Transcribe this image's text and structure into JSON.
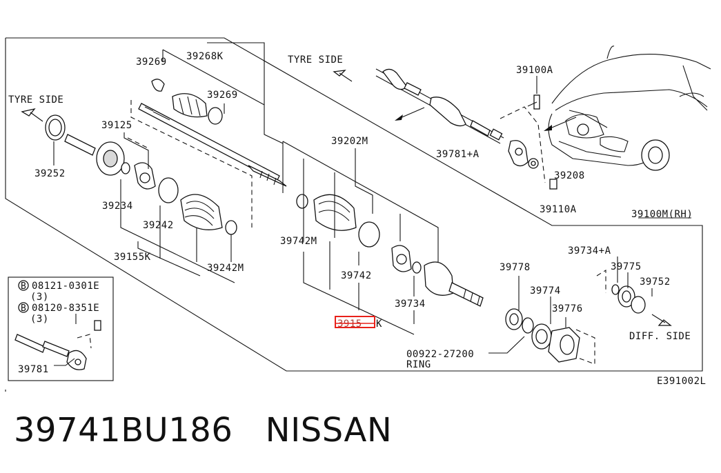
{
  "product": {
    "part_number": "39741BU186",
    "brand": "NISSAN"
  },
  "labels": {
    "tyre_side_left": "TYRE SIDE",
    "tyre_side_top": "TYRE SIDE",
    "diff_side": "DIFF. SIDE",
    "p39100A": "39100A",
    "p39781A": "39781+A",
    "p39208": "39208",
    "p39110A": "39110A",
    "p39100M": "39100M(RH)",
    "p39269a": "39269",
    "p39268K": "39268K",
    "p39269b": "39269",
    "p39125": "39125",
    "p39252": "39252",
    "p39234": "39234",
    "p39242": "39242",
    "p39155K": "39155K",
    "p39242M": "39242M",
    "p39202M": "39202M",
    "p39742M": "39742M",
    "p39742": "39742",
    "p39734": "39734",
    "p3915xK": "3915",
    "p3915xK_suffix": "K",
    "p39778": "39778",
    "p39774": "39774",
    "p39776": "39776",
    "p39734A": "39734+A",
    "p39775": "39775",
    "p39752": "39752",
    "p00922": "00922-27200",
    "ring": "RING",
    "p39781": "39781",
    "ref_code": "E391002L"
  },
  "inset": {
    "bolt1": "08121-0301E",
    "bolt1_qty": "(3)",
    "bolt2": "08120-8351E",
    "bolt2_qty": "(3)",
    "badge": "B"
  },
  "highlight_color": "#e8201a"
}
